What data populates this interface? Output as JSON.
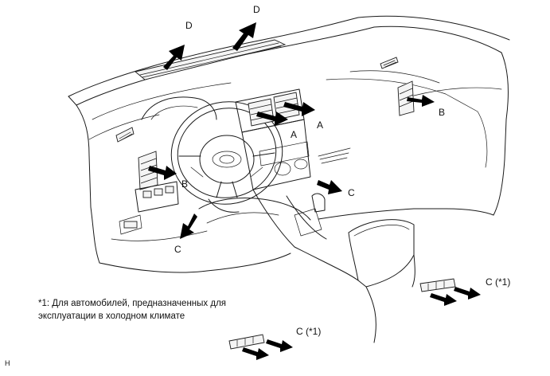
{
  "labels": {
    "D_left": "D",
    "D_right": "D",
    "A_lower": "A",
    "A_right": "A",
    "B_left": "B",
    "B_right": "B",
    "C_center": "C",
    "C_left": "C",
    "C_rear_right": "C (*1)",
    "C_rear_left": "C (*1)"
  },
  "footnote": {
    "line1": "*1: Для автомобилей, предназначенных для",
    "line2": "эксплуатации в холодном климате"
  },
  "corner_code": "H"
}
